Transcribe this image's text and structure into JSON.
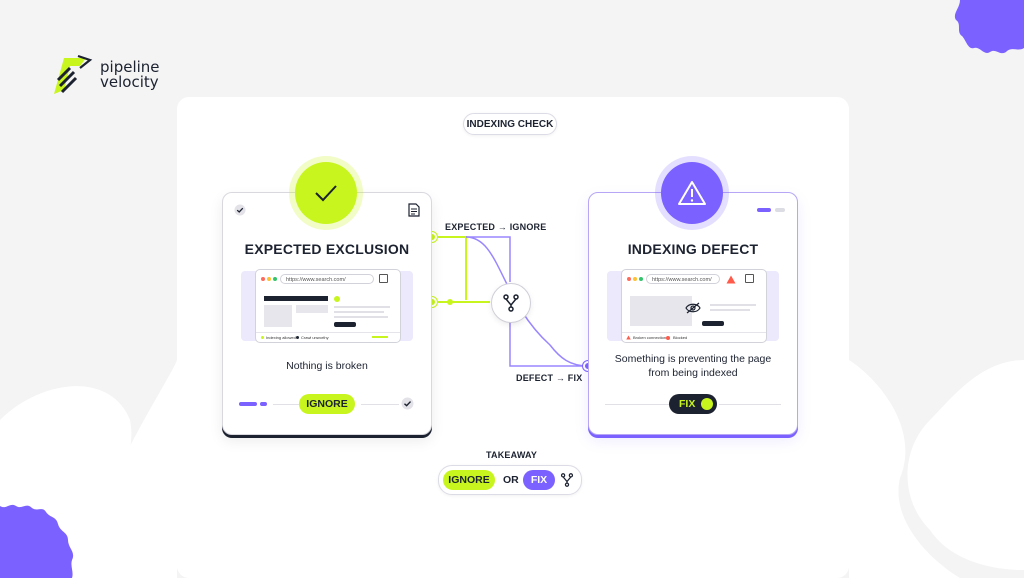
{
  "logo": {
    "line1": "pipeline",
    "line2": "velocity"
  },
  "header": {
    "label": "INDEXING CHECK"
  },
  "left_card": {
    "title": "EXPECTED EXCLUSION",
    "subtitle": "Nothing is broken",
    "browser_url": "https://www.search.com/",
    "legend_1": "Indexing allowed",
    "legend_2": "Crawl unworthy",
    "button": "IGNORE"
  },
  "right_card": {
    "title": "INDEXING DEFECT",
    "subtitle_line1": "Something is preventing the page",
    "subtitle_line2": "from being indexed",
    "browser_url": "https://www.search.com/",
    "legend_1": "Broken connection",
    "legend_2": "Blocked",
    "button": "FIX"
  },
  "connectors": {
    "top": "EXPECTED → IGNORE",
    "bottom": "DEFECT → FIX"
  },
  "takeaway": {
    "label": "TAKEAWAY",
    "ignore": "IGNORE",
    "or": "OR",
    "fix": "FIX"
  },
  "colors": {
    "accent_green": "#c8f51e",
    "accent_purple": "#7b61ff",
    "ink": "#1c2230"
  }
}
